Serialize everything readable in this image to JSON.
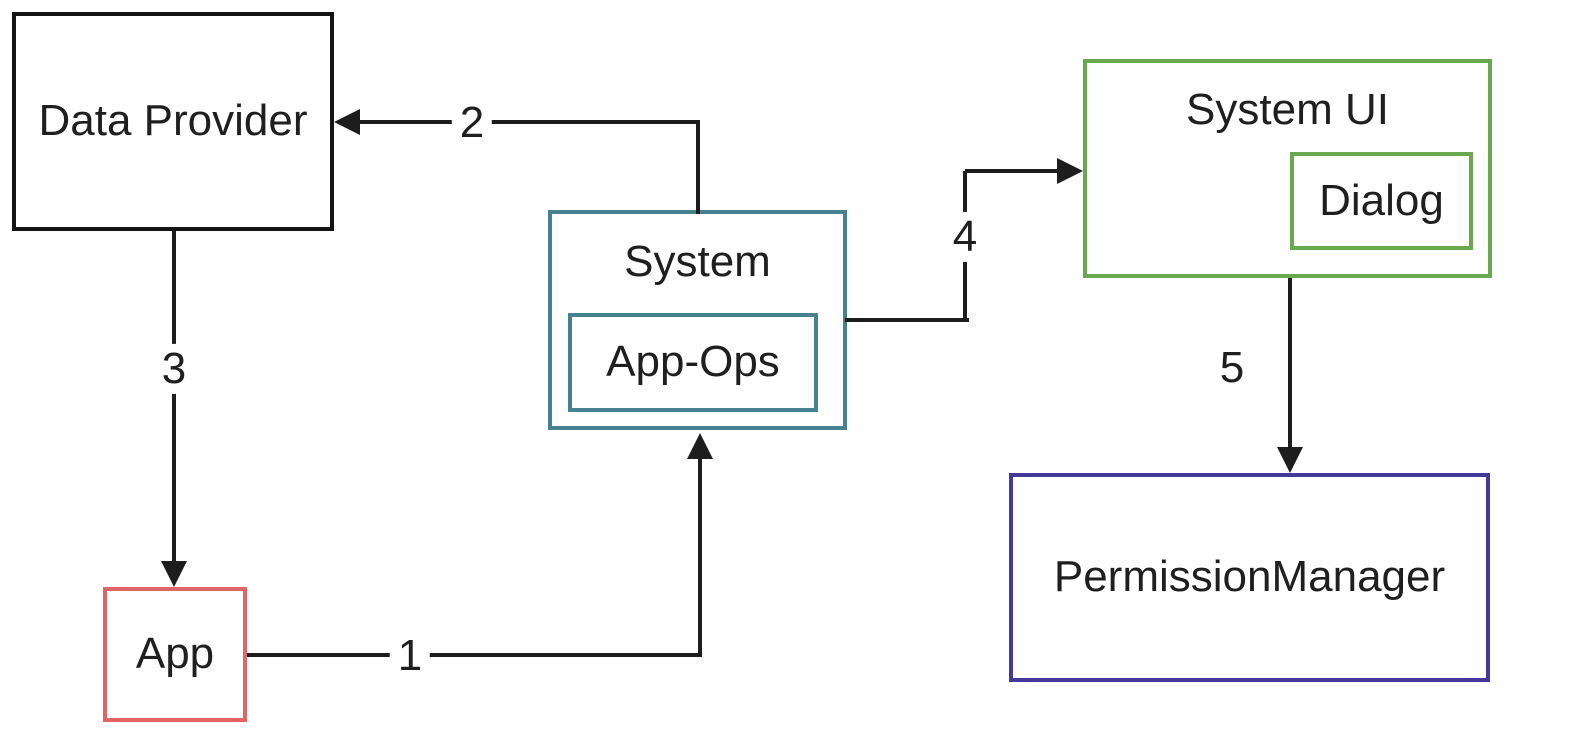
{
  "diagram": {
    "type": "flow-diagram",
    "colors": {
      "line": "#1d1d1d",
      "black": "#141414",
      "teal": "#45818e",
      "green": "#6aa84f",
      "red": "#e06666",
      "purple": "#43399b",
      "text": "#1f1f1f",
      "background": "#ffffff"
    },
    "nodes": {
      "data_provider": {
        "label": "Data Provider",
        "border_color": "#141414"
      },
      "system": {
        "label": "System",
        "border_color": "#45818e"
      },
      "app_ops": {
        "label": "App-Ops",
        "border_color": "#45818e",
        "parent": "system"
      },
      "system_ui": {
        "label": "System UI",
        "border_color": "#6aa84f"
      },
      "dialog": {
        "label": "Dialog",
        "border_color": "#6aa84f",
        "parent": "system_ui"
      },
      "permission_manager": {
        "label": "PermissionManager",
        "border_color": "#43399b"
      },
      "app": {
        "label": "App",
        "border_color": "#e06666"
      }
    },
    "edges": [
      {
        "label": "1",
        "from": "app",
        "to": "system"
      },
      {
        "label": "2",
        "from": "system",
        "to": "data_provider"
      },
      {
        "label": "3",
        "from": "data_provider",
        "to": "app"
      },
      {
        "label": "4",
        "from": "system",
        "to": "system_ui"
      },
      {
        "label": "5",
        "from": "system_ui",
        "to": "permission_manager"
      }
    ]
  }
}
